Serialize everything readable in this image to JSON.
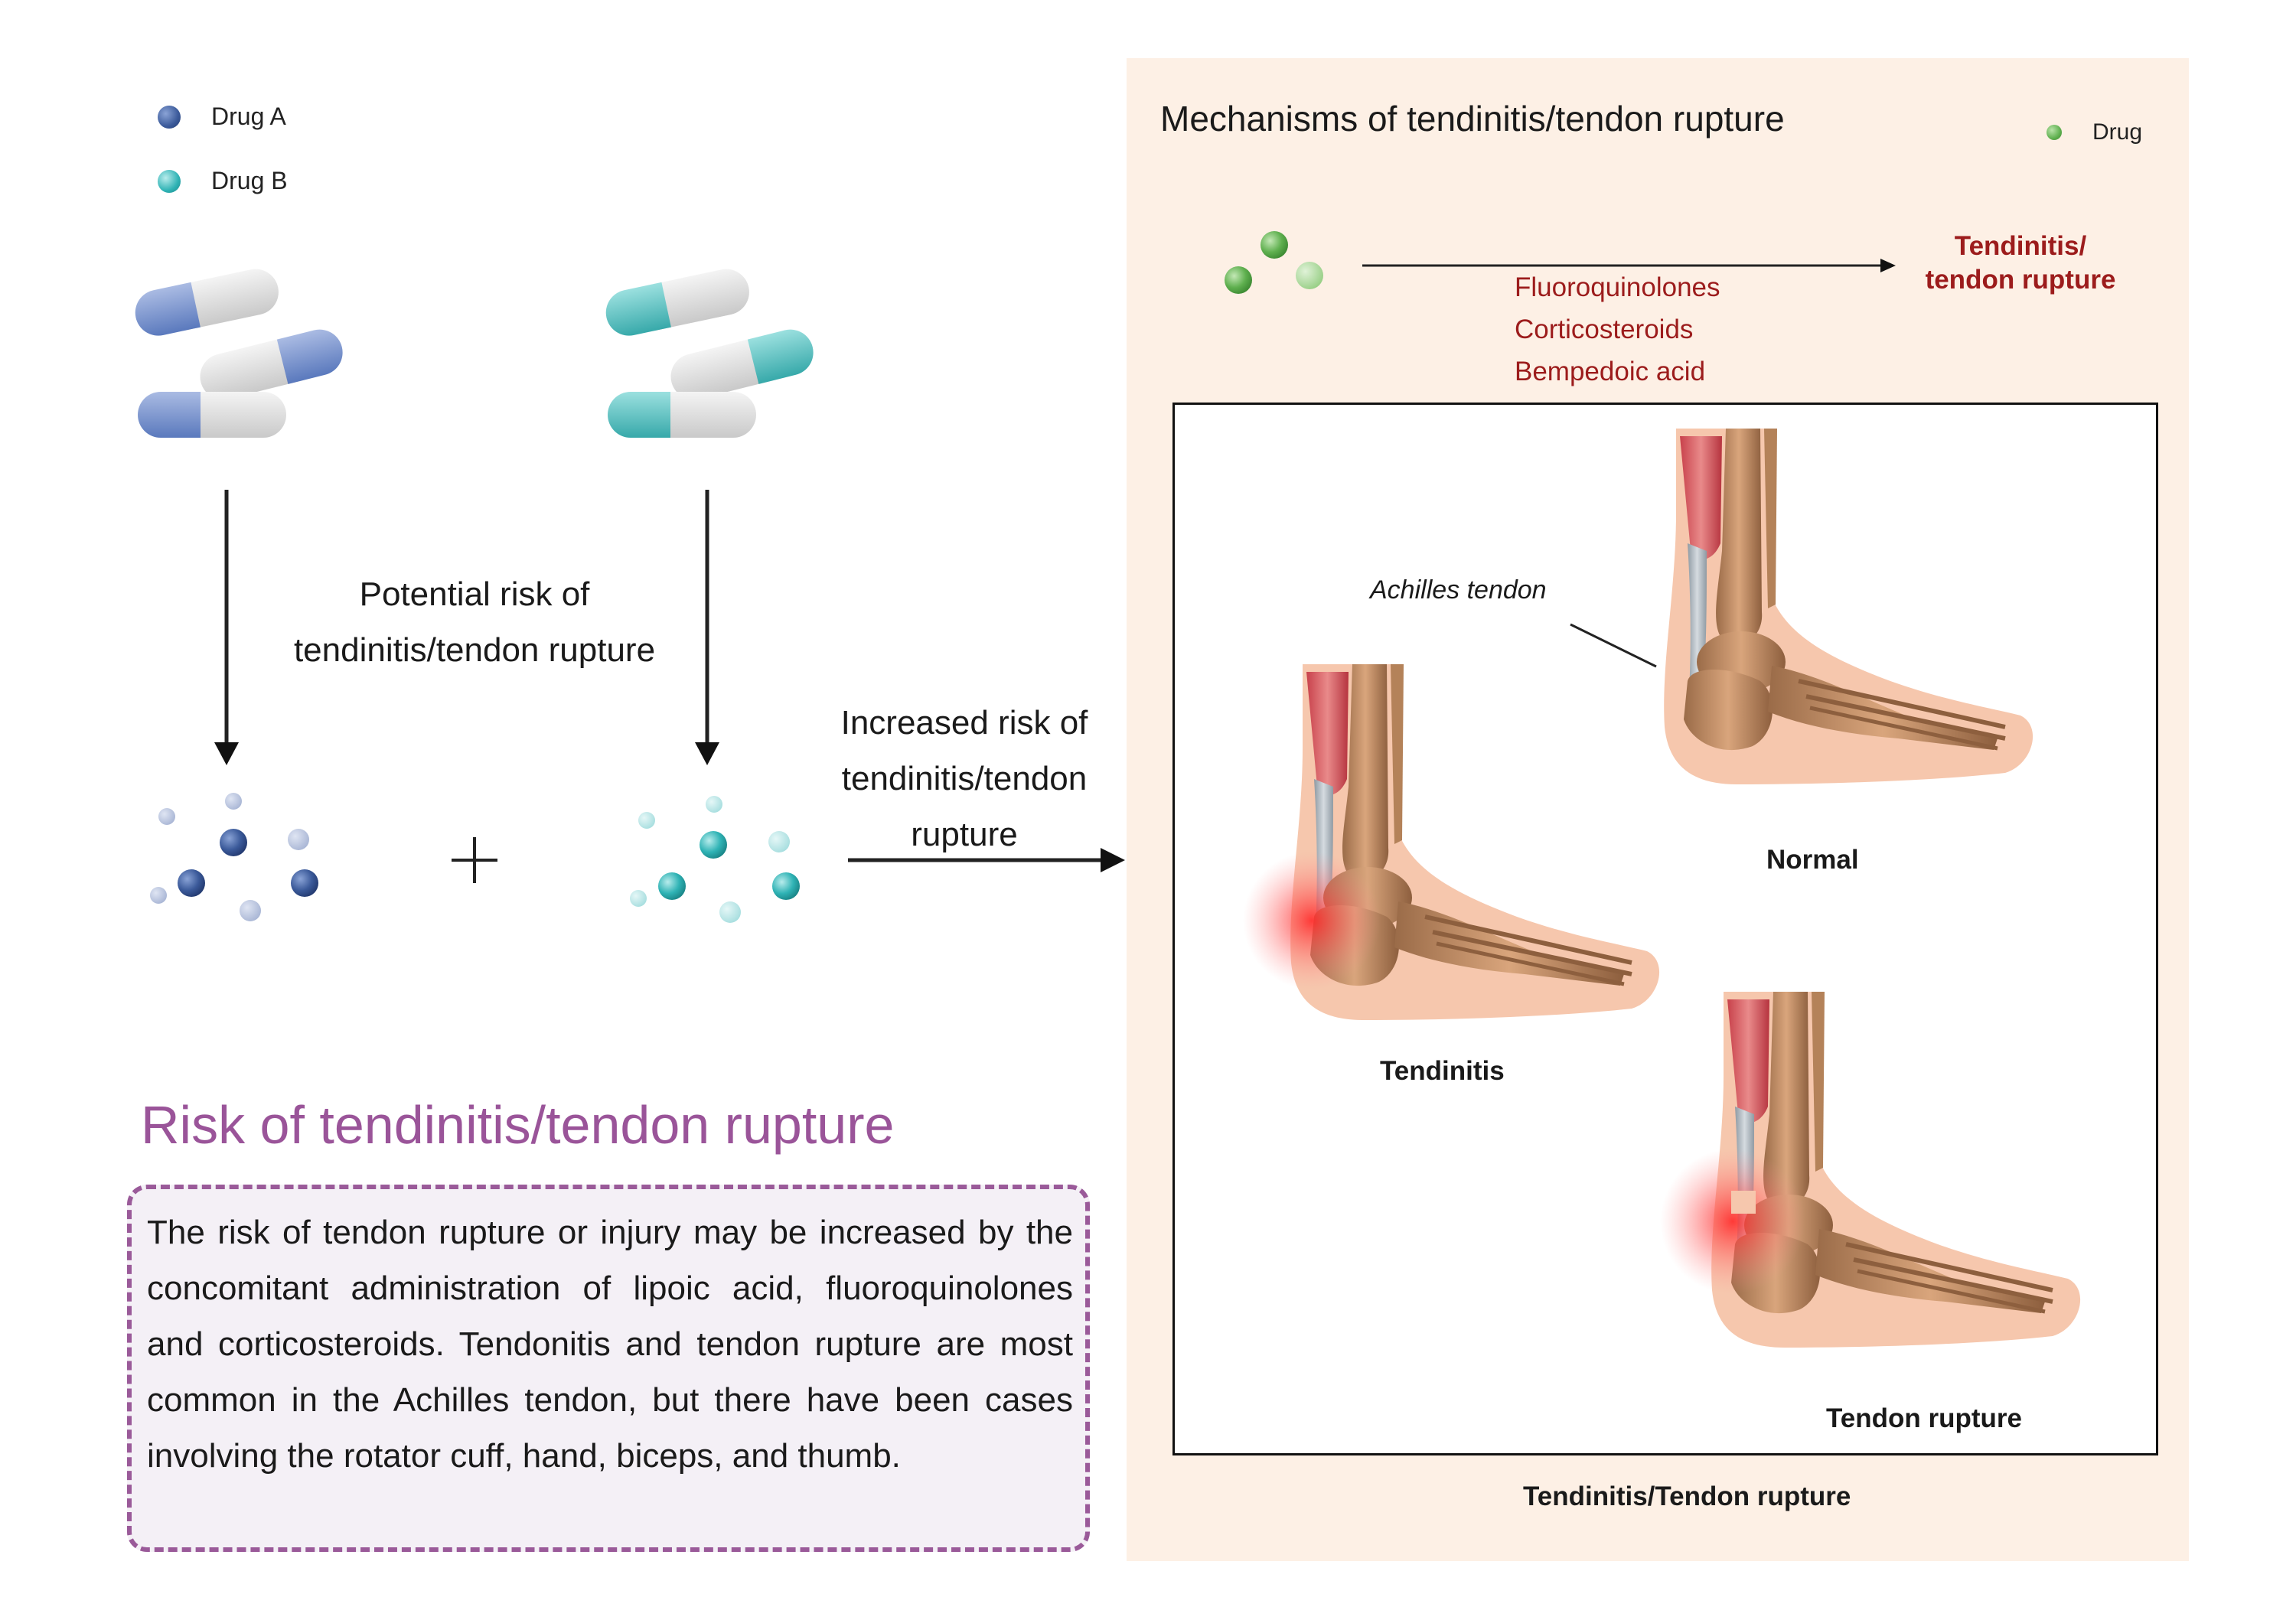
{
  "legend": {
    "drug_a": "Drug A",
    "drug_b": "Drug B",
    "drug": "Drug"
  },
  "colors": {
    "drug_a": "#3b5a9a",
    "drug_b": "#2fb3b5",
    "drug": "#5fb04f",
    "panel_bg": "#fdf0e5",
    "accent_red": "#9c1c1c",
    "heading_purple": "#9a5499",
    "box_bg": "#f4f0f6"
  },
  "left": {
    "potential_risk_line1": "Potential risk of",
    "potential_risk_line2": "tendinitis/tendon rupture",
    "plus_sign": "+",
    "increased_risk_line1": "Increased risk of",
    "increased_risk_line2": "tendinitis/tendon",
    "increased_risk_line3": "rupture"
  },
  "mechanism": {
    "title": "Mechanisms of tendinitis/tendon rupture",
    "drugs": [
      "Fluoroquinolones",
      "Corticosteroids",
      "Bempedoic acid"
    ],
    "outcome_line1": "Tendinitis/",
    "outcome_line2": "tendon rupture",
    "achilles_label": "Achilles tendon",
    "label_normal": "Normal",
    "label_tendinitis": "Tendinitis",
    "label_rupture": "Tendon rupture",
    "box_caption": "Tendinitis/Tendon rupture"
  },
  "risk": {
    "heading": "Risk of tendinitis/tendon rupture",
    "body": "The risk of tendon rupture or injury may be increased by the concomitant administration of lipoic acid, fluoroquinolones and corticosteroids. Tendonitis and tendon rupture are most common in the Achilles tendon, but there have been cases involving the rotator cuff, hand, biceps, and thumb."
  }
}
